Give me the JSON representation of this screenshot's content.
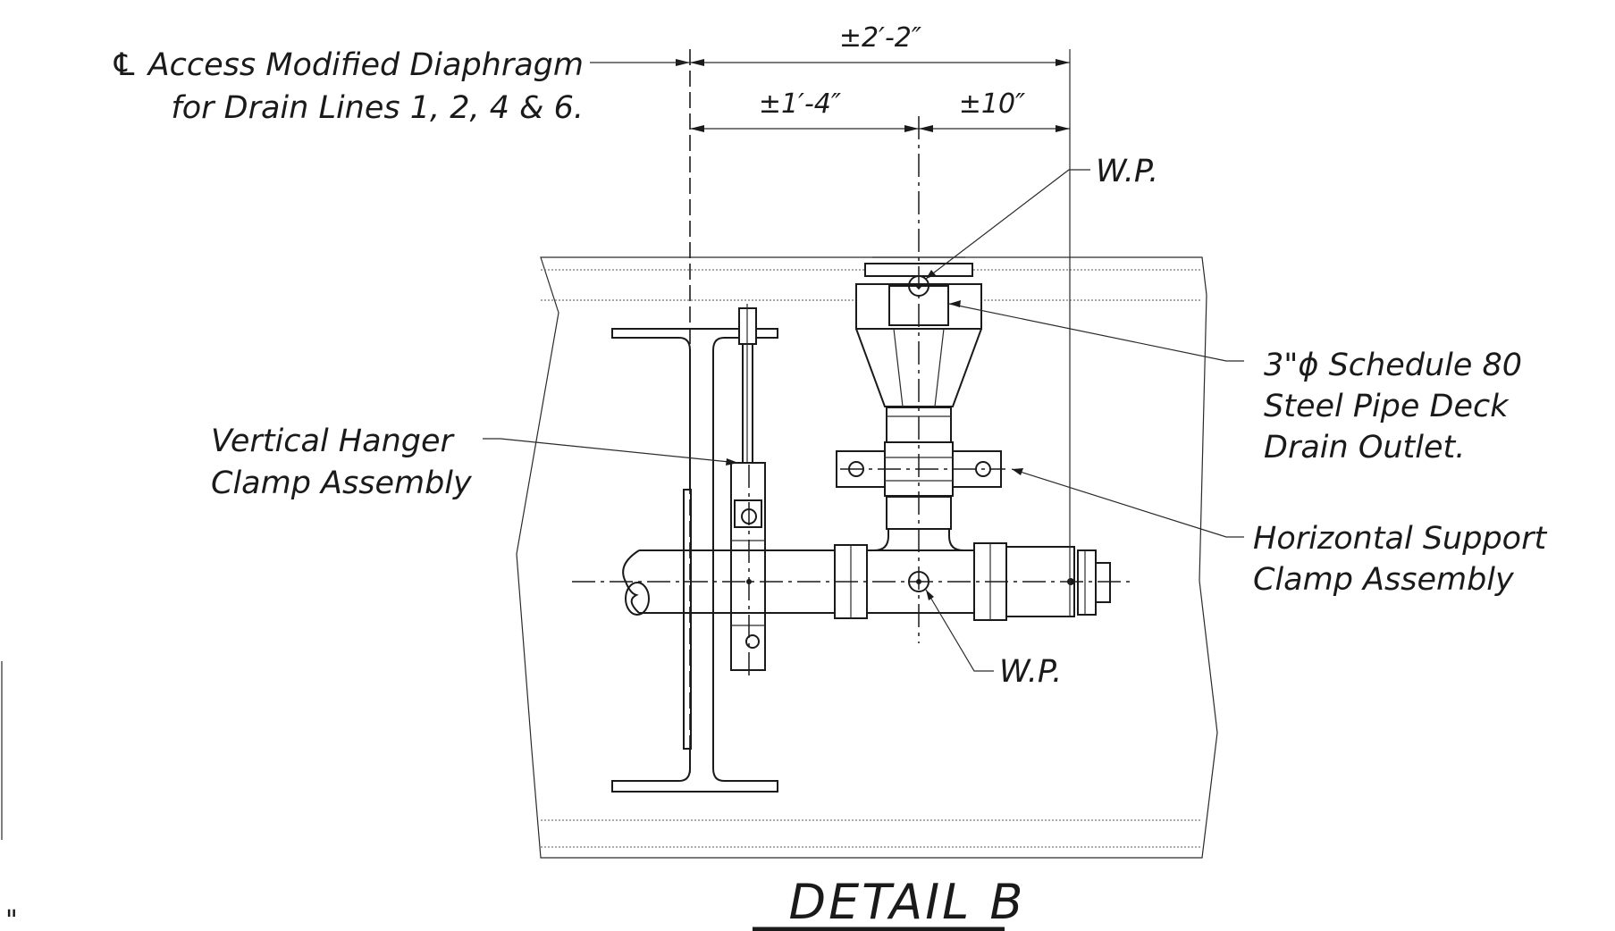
{
  "dimensions": {
    "overall": "±2′-2″",
    "left": "±1′-4″",
    "right": "±10″"
  },
  "callouts": {
    "diaphragm_line1": "℄ Access Modified Diaphragm",
    "diaphragm_line2": "for Drain Lines 1, 2, 4 & 6.",
    "wp_top": "W.P.",
    "wp_bottom": "W.P.",
    "drain_outlet_line1": "3\"ϕ Schedule 80",
    "drain_outlet_line2": "Steel Pipe Deck",
    "drain_outlet_line3": "Drain Outlet.",
    "hanger_line1": "Vertical Hanger",
    "hanger_line2": "Clamp Assembly",
    "horizontal_line1": "Horizontal Support",
    "horizontal_line2": "Clamp Assembly"
  },
  "title": "DETAIL B",
  "edge_mark": "\""
}
